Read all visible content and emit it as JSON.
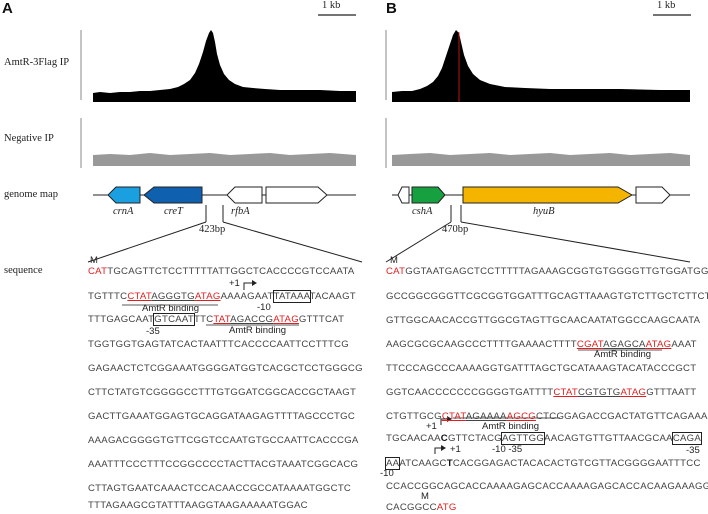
{
  "panels": {
    "a": "A",
    "b": "B"
  },
  "scale_bar": {
    "a": "1 kb",
    "b": "1 kb"
  },
  "track_labels": {
    "chip": "AmtR-3Flag IP",
    "neg": "Negative IP",
    "map": "genome map",
    "seq": "sequence"
  },
  "genes": {
    "crnA": "crnA",
    "creT": "creT",
    "rfbA": "rfbA",
    "cshA": "cshA",
    "hyuB": "hyuB"
  },
  "region_len": {
    "a": "423bp",
    "b": "470bp"
  },
  "colors": {
    "crnA": "#1aa0e0",
    "creT": "#1060b0",
    "cshA": "#16a040",
    "hyuB": "#f5b400",
    "neg": "#999999",
    "peak": "#000000",
    "motif": "#e02020"
  },
  "ann": {
    "m": "M",
    "plus1": "+1",
    "minus10": "-10",
    "minus35": "-35",
    "minus10_35": "-10 -35",
    "amtr": "AmtR binding"
  },
  "seqA": {
    "l1a": "CAT",
    "l1b": "TGCAGTTCTCCTTTTTATTGGCTCACCCCGTCCAATA",
    "l2a": "TGTTTC",
    "l2b": "CTAT",
    "l2c": "AGGGTG",
    "l2d": "ATAG",
    "l2e": "AAAAGAAT",
    "l2f": "TATAAA",
    "l2g": "TACAAGT",
    "l3a": "TTTGAGCAAT",
    "l3b": "GTCAAT",
    "l3c": "TTC",
    "l3d": "TAT",
    "l3e": "AGACCG",
    "l3f": "ATAG",
    "l3g": "GTTTCAT",
    "l4": "TGGTGGTGAGTATCACTAATTTCACCCCAATTCCTTTCG",
    "l5": "GAGAACTCTCGGAAATGGGGATGGTCACGCTCCTGGGCG",
    "l6": "CTTCTATGTCGGGGCCTTTGTGGATCGGCACCGCTAAGT",
    "l7": "GACTTGAAATGGAGTGCAGGATAAGAGTTTTAGCCCTGC",
    "l8": "AAAGACGGGGTGTTCGGTCCAATGTGCCAATTCACCCGA",
    "l9": "AAATTTCCCTTTCCGGCCCCTACTTACGTAAATCGGCACG",
    "l10": "CTTAGTGAATCAAACTCCACAACCGCCATAAAATGGCTC",
    "l11": "TTTAGAAGCGTATTTAAGGTAAGAAAAATGGAC"
  },
  "seqB": {
    "l1a": "CAT",
    "l1b": "GGTAATGAGCTCCTTTTTAGAAAGCGGTGTGGGGTTGTGGATGG",
    "l2": "GCCGGCGGGTTCGCGGTGGATTTGCAGTTAAAGTGTCTTGCTCTTCT",
    "l3": "GTTGGCAACACCGTTGGCGTAGTTGCAACAATATGGCCAAGCAATA",
    "l4": "AAGCGCGCAAGCCCTTTTGAAAACTTTT",
    "l4b": "CGAT",
    "l4c": "AGAGCA",
    "l4d": "ATAG",
    "l4e": "AAAT",
    "l5": "TTCCCAGCCCAAAAGGTGATTTAGCTGCATAAAGTACATACCCGCT",
    "l6a": "GGTCAACCCCCCCGGGGTGATTTT",
    "l6b": "CTAT",
    "l6c": "CGTGTG",
    "l6d": "ATAG",
    "l6e": "GTTTAATT",
    "l7a": "CTGTTGCG",
    "l7b": "CTAT",
    "l7c": "AGAAAA",
    "l7d": "AGCG",
    "l7e": "CTCGGAGACCGACTATGTTCAGAAA",
    "l8a": "TGCAACAA",
    "l8b": "C",
    "l8c": "GTTCTACG",
    "l8d": "AGTTGG",
    "l8e": "AACAGTGTTGTTAACGCAA",
    "l8f": "CAGA",
    "l9a": "AA",
    "l9b": "ATCAAGC",
    "l9c": "T",
    "l9d": "CACGGAGACTACACACTGTCGTTACGGGGAATTTCC",
    "l10": "CCACCGGCAGCACCAAAAGAGCACCAAAAGAGCACCACAAGAAAGG",
    "l11a": "CACGGCC",
    "l11b": "ATG"
  }
}
